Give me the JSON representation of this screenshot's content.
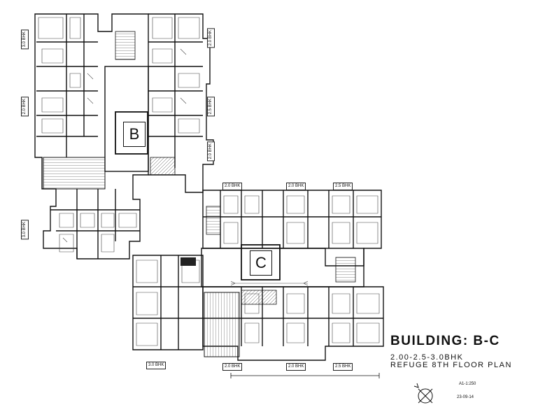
{
  "title": "BUILDING: B-C",
  "subtitle_1": "2.00-2.5-3.0BHK",
  "subtitle_2": "REFUGE 8TH FLOOR PLAN",
  "scale": "A1-1:250",
  "date": "23-09-14",
  "buildings": {
    "b": "B",
    "c": "C"
  },
  "tags": {
    "b_left_top": "3.0 BHK",
    "b_left_mid": "2.0 BHK",
    "b_left_low": "3.0 BHK",
    "b_right_top": "2.0 BHK",
    "b_right_mid": "2.5 BHK",
    "b_right_low": "2.0 BHK",
    "c_top_1": "2.0 BHK",
    "c_top_2": "2.0 BHK",
    "c_top_3": "2.5 BHK",
    "c_bot_0": "3.0 BHK",
    "c_bot_1": "2.0 BHK",
    "c_bot_2": "2.0 BHK",
    "c_bot_3": "2.5 BHK"
  },
  "icons": {
    "north": "north-arrow-icon"
  }
}
